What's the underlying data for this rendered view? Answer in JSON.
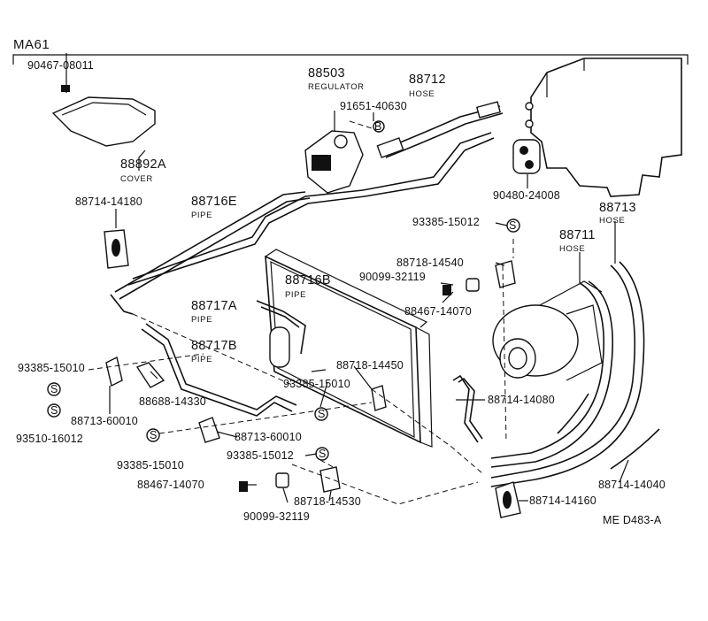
{
  "header": {
    "model": "MA61"
  },
  "footer": {
    "code": "ME  D483-A"
  },
  "symbols": {
    "S": "S",
    "B": "B"
  },
  "parts": {
    "p90467": "90467-08011",
    "p88892a_num": "88892A",
    "p88892a_name": "COVER",
    "p88503_num": "88503",
    "p88503_name": "REGULATOR",
    "p91651": "91651-40630",
    "p88712_num": "88712",
    "p88712_name": "HOSE",
    "p90480": "90480-24008",
    "p88714_14180": "88714-14180",
    "p88716e_num": "88716E",
    "p88716e_name": "PIPE",
    "p93385_15012_a": "93385-15012",
    "p88713_num": "88713",
    "p88713_name": "HOSE",
    "p88711_num": "88711",
    "p88711_name": "HOSE",
    "p88718_14540": "88718-14540",
    "p90099_a": "90099-32119",
    "p88716b_num": "88716B",
    "p88716b_name": "PIPE",
    "p88467_a": "88467-14070",
    "p88717a_num": "88717A",
    "p88717a_name": "PIPE",
    "p88717b_num": "88717B",
    "p88717b_name": "PIPE",
    "p93385_15010_a": "93385-15010",
    "p88718_14450": "88718-14450",
    "p88688": "88688-14330",
    "p93385_15010_b": "93385-15010",
    "p88714_14080": "88714-14080",
    "p88713_60010_a": "88713-60010",
    "p93510": "93510-16012",
    "p88713_60010_b": "88713-60010",
    "p93385_15010_c": "93385-15010",
    "p93385_15012_b": "93385-15012",
    "p88467_b": "88467-14070",
    "p88718_14530": "88718-14530",
    "p90099_b": "90099-32119",
    "p88714_14160": "88714-14160",
    "p88714_14040": "88714-14040"
  }
}
